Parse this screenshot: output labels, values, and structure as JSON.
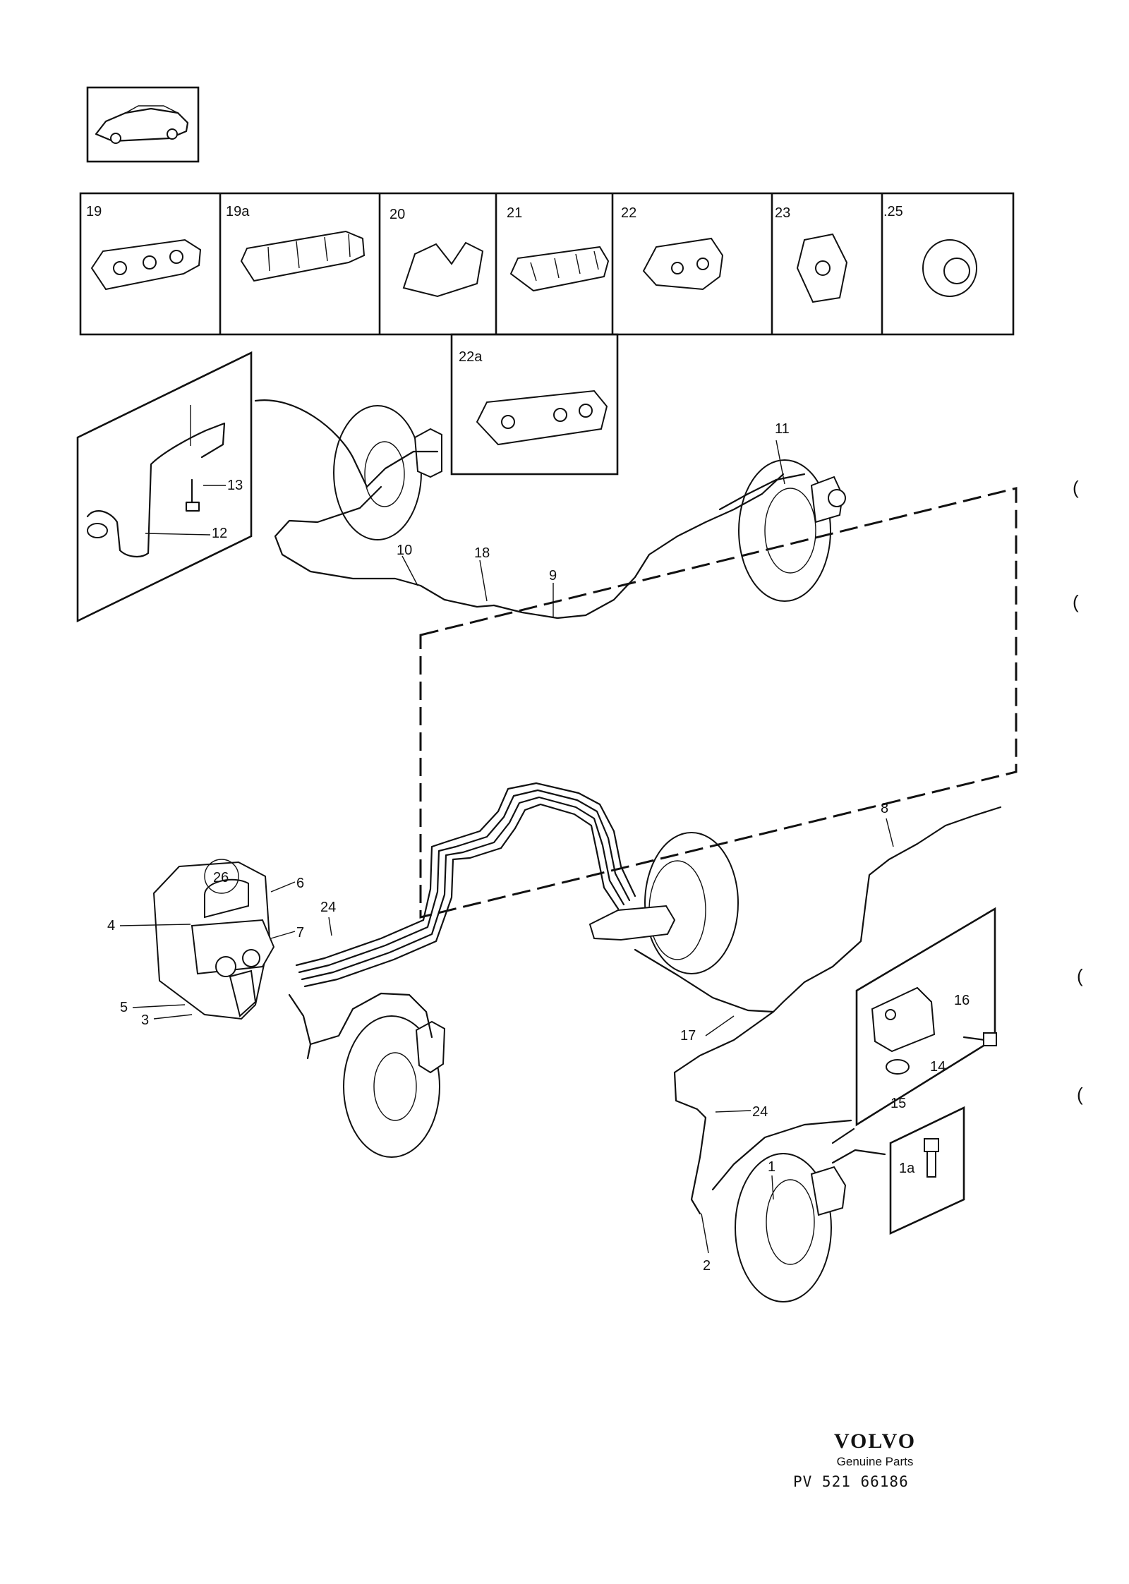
{
  "diagram": {
    "header_labels": [
      "19",
      "19a",
      "20",
      "21",
      "22",
      "23",
      ".25"
    ],
    "sub_label": "22a",
    "callouts": {
      "c1": "1",
      "c1a": "1a",
      "c2": "2",
      "c3": "3",
      "c4": "4",
      "c5": "5",
      "c6": "6",
      "c7": "7",
      "c8": "8",
      "c9": "9",
      "c10": "10",
      "c11": "11",
      "c12": "12",
      "c13": "13",
      "c14": "14",
      "c15": "15",
      "c16": "16",
      "c17": "17",
      "c18": "18",
      "c24a": "24",
      "c24b": "24",
      "c26": "26"
    },
    "margin_marks": [
      "(",
      "(",
      "(",
      "("
    ]
  },
  "brand": {
    "logo": "VOLVO",
    "tagline": "Genuine Parts"
  },
  "doc_code": "PV 521 66186"
}
